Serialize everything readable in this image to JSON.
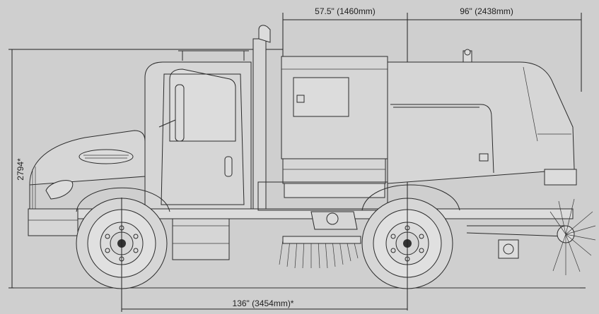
{
  "dimensions": {
    "front_to_axle": "57.5\" (1460mm)",
    "rear_overhang": "96\" (2438mm)",
    "height": "2794*",
    "wheelbase": "136\" (3454mm)*"
  }
}
